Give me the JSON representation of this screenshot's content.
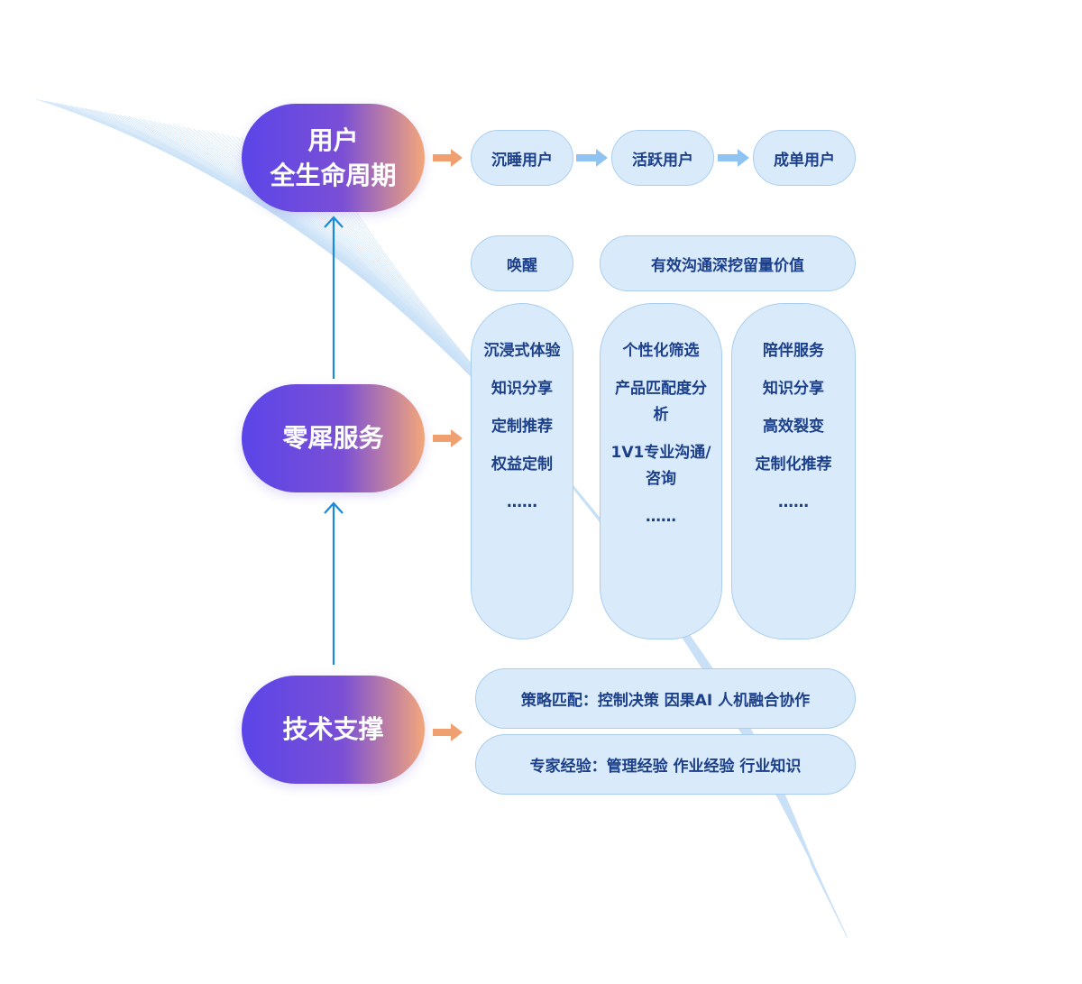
{
  "left_nodes": {
    "lifecycle": [
      "用户",
      "全生命周期"
    ],
    "service": "零犀服务",
    "tech": "技术支撑"
  },
  "lifecycle_stages": [
    "沉睡用户",
    "活跃用户",
    "成单用户"
  ],
  "service_headers": {
    "wake": "唤醒",
    "value": "有效沟通深挖留量价值"
  },
  "service_columns": [
    {
      "items": [
        "沉浸式体验",
        "知识分享",
        "定制推荐",
        "权益定制",
        "……"
      ]
    },
    {
      "items": [
        "个性化筛选",
        "产品匹配度分析",
        "1V1专业沟通/咨询",
        "……"
      ]
    },
    {
      "items": [
        "陪伴服务",
        "知识分享",
        "高效裂变",
        "定制化推荐",
        "……"
      ]
    }
  ],
  "tech_rows": [
    "策略匹配：控制决策 因果AI 人机融合协作",
    "专家经验：管理经验 作业经验 行业知识"
  ],
  "colors": {
    "accent_start": "#5b45e8",
    "accent_end": "#f3a67a",
    "box_fill": "#d9ebfb",
    "box_text": "#1c3f8a",
    "arrow_orange": "#f0a070",
    "arrow_blue": "#8fc4f2",
    "connector_blue": "#1a8ad8"
  }
}
